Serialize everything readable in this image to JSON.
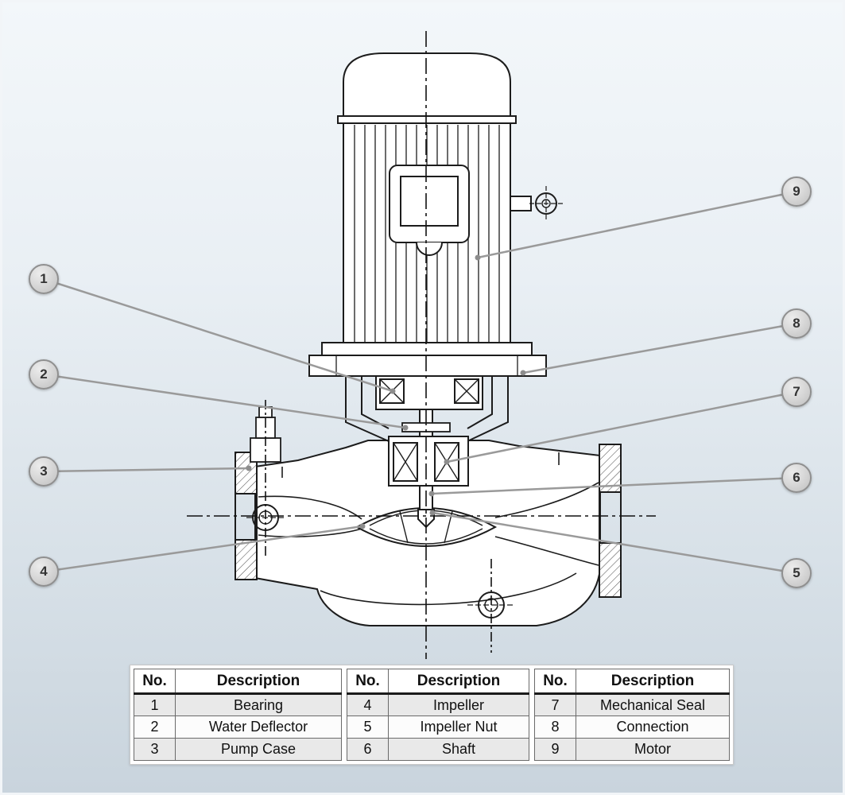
{
  "callouts": {
    "numbers": [
      "1",
      "2",
      "3",
      "4",
      "5",
      "6",
      "7",
      "8",
      "9"
    ]
  },
  "table": {
    "headers": {
      "no": "No.",
      "description": "Description"
    },
    "groups": [
      {
        "rows": [
          {
            "no": "1",
            "desc": "Bearing"
          },
          {
            "no": "2",
            "desc": "Water Deflector"
          },
          {
            "no": "3",
            "desc": "Pump Case"
          }
        ]
      },
      {
        "rows": [
          {
            "no": "4",
            "desc": "Impeller"
          },
          {
            "no": "5",
            "desc": "Impeller Nut"
          },
          {
            "no": "6",
            "desc": "Shaft"
          }
        ]
      },
      {
        "rows": [
          {
            "no": "7",
            "desc": "Mechanical Seal"
          },
          {
            "no": "8",
            "desc": "Connection"
          },
          {
            "no": "9",
            "desc": "Motor"
          }
        ]
      }
    ]
  },
  "colors": {
    "line": "#1c1c1c",
    "leader": "#9a9a9a",
    "callout_fill": "#d9d9d9",
    "callout_border": "#8f8f8f",
    "background_top": "#f3f7fa",
    "background_bottom": "#c9d4dd"
  }
}
